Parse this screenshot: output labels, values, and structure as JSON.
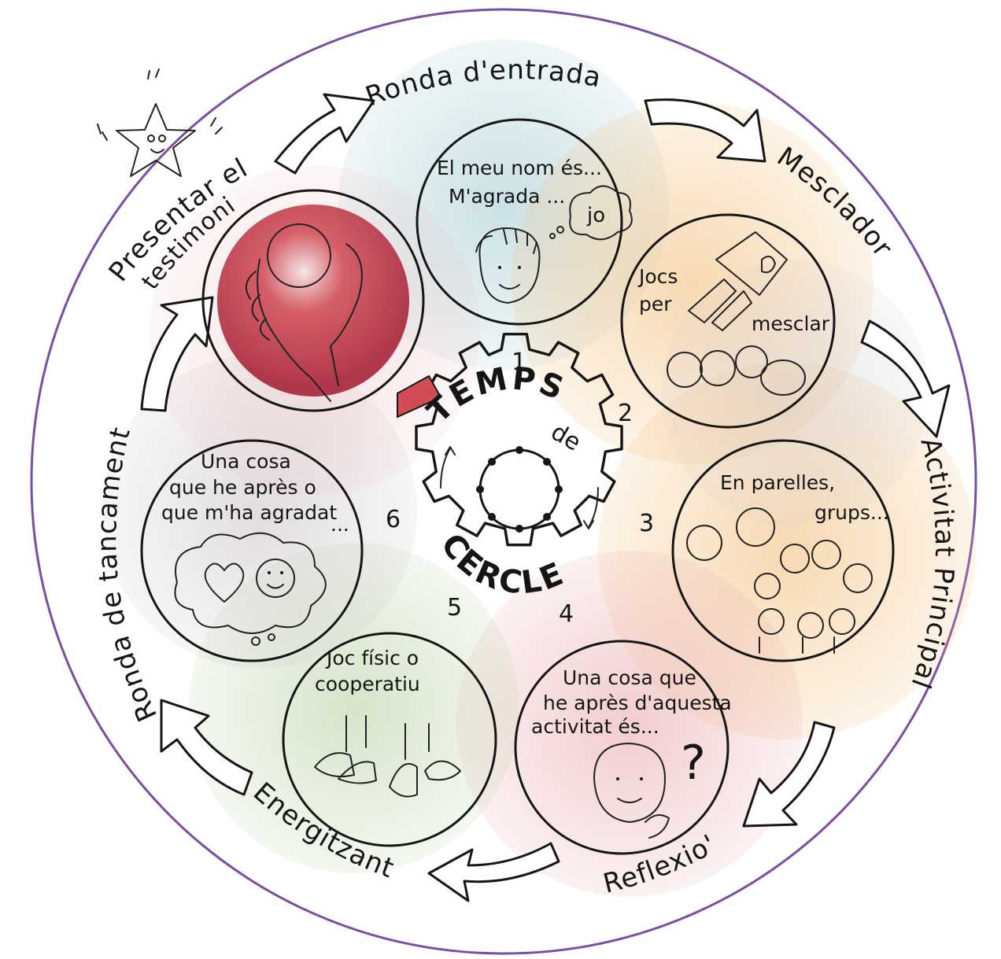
{
  "ring_labels": {
    "top": "Ronda d'entrada",
    "top_right": "Mesclador",
    "right": "Activitat Principal",
    "bottom_right": "Reflexio'",
    "bottom_left": "Energitzant",
    "left": "Ronda de tancament",
    "top_left_1": "Presentar el",
    "top_left_2": "testimoni"
  },
  "center": {
    "title_1": "TEMPS",
    "title_2": "de",
    "title_3": "CERCLE",
    "numbers": [
      "1",
      "2",
      "3",
      "4",
      "5",
      "6"
    ]
  },
  "stations": {
    "entrada": {
      "line1": "El meu nom és...",
      "line2": "M'agrada ...",
      "bubble": "jo"
    },
    "mesclador": {
      "line1": "Jocs",
      "line2": "per",
      "line3": "mesclar"
    },
    "principal": {
      "line1": "En parelles,",
      "line2": "grups..."
    },
    "reflexio": {
      "line1": "Una cosa que",
      "line2": "he après d'aquesta",
      "line3": "activitat és...",
      "mark": "?"
    },
    "energitzant": {
      "line1": "Joc físic o",
      "line2": "cooperatiu"
    },
    "tancament": {
      "line1": "Una cosa",
      "line2": "que he après o",
      "line3": "que m'ha agradat",
      "line4": "..."
    }
  },
  "colors": {
    "border": "#7b4ea3",
    "ink": "#161616",
    "wash_blue": "#9ec8cf",
    "wash_orange": "#f3c07f",
    "wash_red": "#c8343f",
    "wash_green": "#b5cf9e",
    "wash_grey": "#c9c2c6",
    "wash_pink": "#e8a3a6",
    "accent_arrow": "#d24c55"
  }
}
